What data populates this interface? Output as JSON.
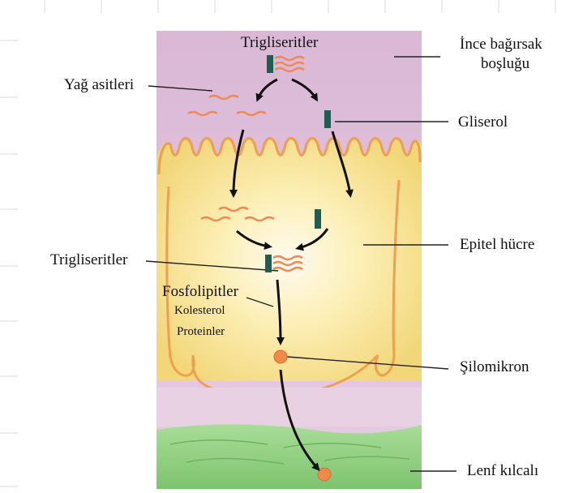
{
  "diagram": {
    "labels": {
      "trigliseritler_top": "Trigliseritler",
      "ince_bagirsak_line1": "İnce bağırsak",
      "ince_bagirsak_line2": "boşluğu",
      "yag_asitleri": "Yağ asitleri",
      "gliserol": "Gliserol",
      "epitel_hucre": "Epitel hücre",
      "trigliseritler_mid": "Trigliseritler",
      "fosfolipitler": "Fosfolipitler",
      "kolesterol": "Kolesterol",
      "proteinler": "Proteinler",
      "silomikron": "Şilomikron",
      "lenf_kilcali": "Lenf kılcalı"
    },
    "colors": {
      "lumen": "#dcbdd8",
      "cell": "#f6dc86",
      "cell_light": "#fff8dc",
      "membrane": "#f0a75a",
      "capillary": "#8fcf83",
      "glycerol": "#1f5c52",
      "fatty_acid": "#ef8a55",
      "chylomicron": "#ef8a48"
    }
  }
}
